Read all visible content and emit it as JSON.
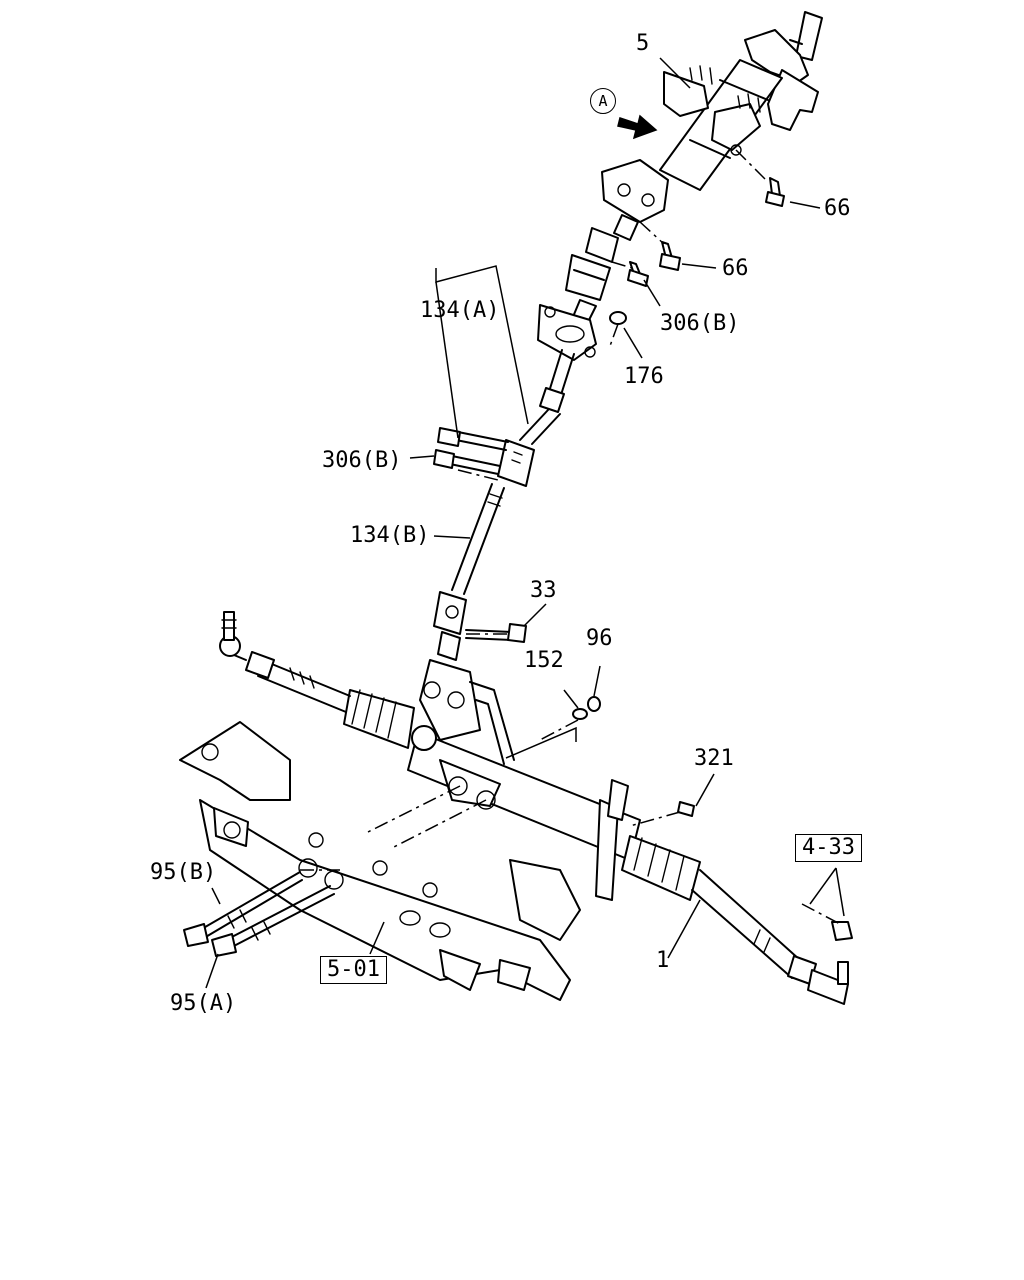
{
  "callouts": {
    "view_marker": "A",
    "p5": "5",
    "p66_upper": "66",
    "p66_lower": "66",
    "p306b_upper": "306(B)",
    "p176": "176",
    "p134a": "134(A)",
    "p306b_lower": "306(B)",
    "p134b": "134(B)",
    "p33": "33",
    "p152": "152",
    "p96": "96",
    "p321": "321",
    "ref_4_33": "4-33",
    "p95b": "95(B)",
    "p95a": "95(A)",
    "ref_5_01": "5-01",
    "p1": "1"
  },
  "icons": {
    "direction_arrow": "view-direction-arrow-icon"
  },
  "colors": {
    "line": "#000000",
    "background": "#ffffff"
  }
}
